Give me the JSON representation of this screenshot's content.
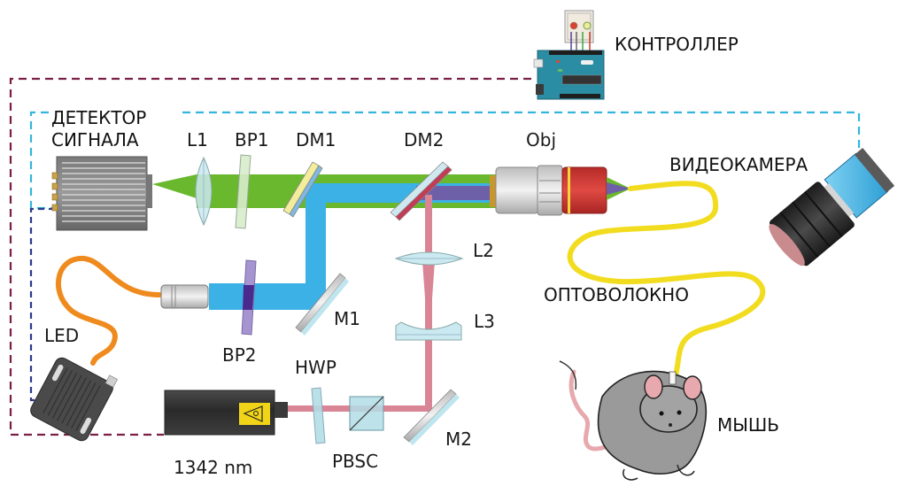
{
  "title": "Схема установки оптической визуализации",
  "labels": {
    "controller": "КОНТРОЛЛЕР",
    "detector_line1": "ДЕТЕКТОР",
    "detector_line2": "СИГНАЛА",
    "videocamera": "ВИДЕОКАМЕРА",
    "optical_fiber": "ОПТОВОЛОКНО",
    "mouse": "МЫШЬ",
    "led": "LED",
    "laser_wavelength": "1342 nm",
    "l1": "L1",
    "bp1": "BP1",
    "dm1": "DM1",
    "dm2": "DM2",
    "obj": "Obj",
    "l2": "L2",
    "l3": "L3",
    "m1": "M1",
    "m2": "M2",
    "bp2": "BP2",
    "hwp": "HWP",
    "pbsc": "PBSC"
  },
  "colors": {
    "fluorescence_beam": "#6ab82e",
    "excitation_beam": "#3cb1e6",
    "laser_beam": "#d98595",
    "fiber": "#f2dc1f",
    "led_cable": "#ef8b1e",
    "controller_line": "#7b1f48",
    "camera_line": "#35b5dc",
    "led_line": "#2b3a8f",
    "objective_red": "#d23a36"
  }
}
